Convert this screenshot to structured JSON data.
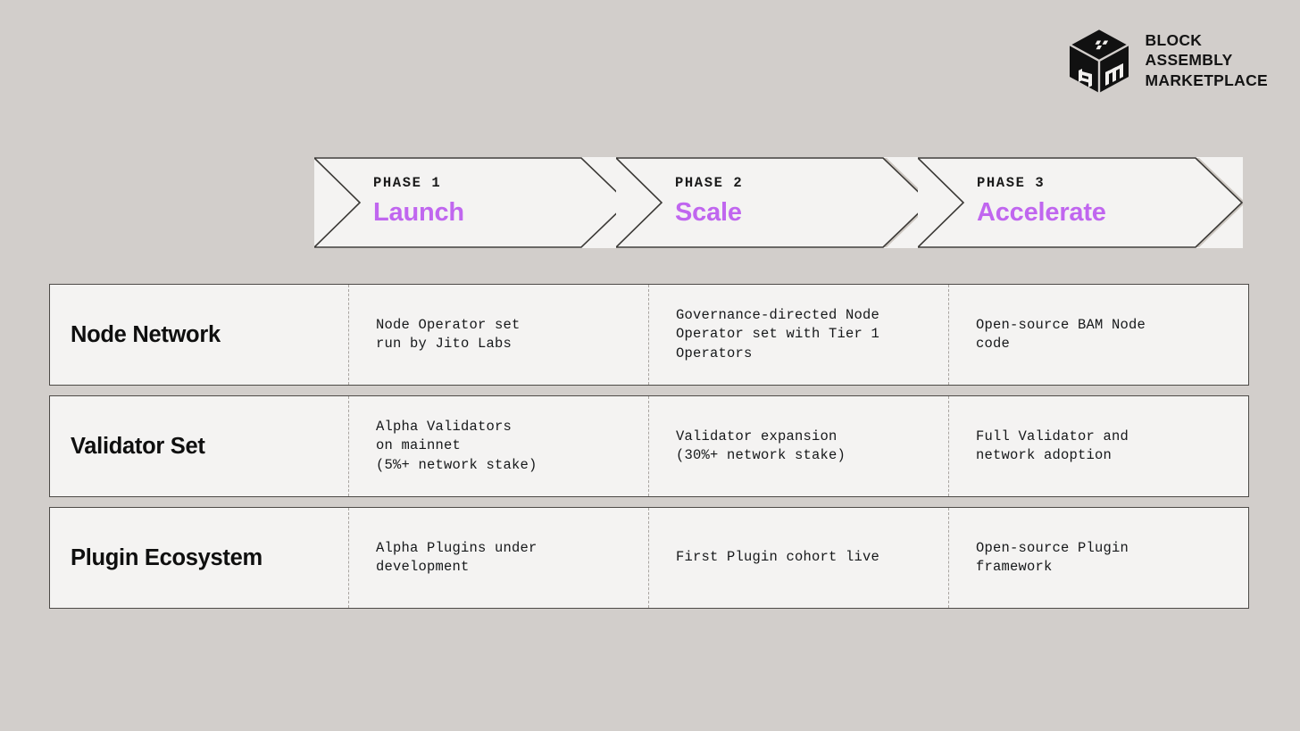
{
  "brand": {
    "logo_icon": "bam-isometric-cube-logo",
    "lines": [
      "BLOCK",
      "ASSEMBLY",
      "MARKETPLACE"
    ]
  },
  "colors": {
    "page_background": "#d2cecb",
    "panel_background": "#f4f3f2",
    "accent_purple": "#c066ef",
    "border_dark": "#4d4a47",
    "divider_dashed": "#a9a5a1",
    "chevron_shadow": "#c9c3bd"
  },
  "phases": [
    {
      "kicker": "PHASE 1",
      "title": "Launch"
    },
    {
      "kicker": "PHASE 2",
      "title": "Scale"
    },
    {
      "kicker": "PHASE 3",
      "title": "Accelerate"
    }
  ],
  "rows": [
    {
      "label": "Node Network",
      "cells": [
        "Node Operator set\nrun by Jito Labs",
        "Governance-directed Node\nOperator set with Tier 1\nOperators",
        "Open-source BAM Node\ncode"
      ]
    },
    {
      "label": "Validator Set",
      "cells": [
        "Alpha Validators\non mainnet\n(5%+ network stake)",
        "Validator expansion\n(30%+ network stake)",
        "Full Validator and\nnetwork adoption"
      ]
    },
    {
      "label": "Plugin Ecosystem",
      "cells": [
        "Alpha Plugins under\ndevelopment",
        "First Plugin cohort live",
        "Open-source Plugin\nframework"
      ]
    }
  ]
}
